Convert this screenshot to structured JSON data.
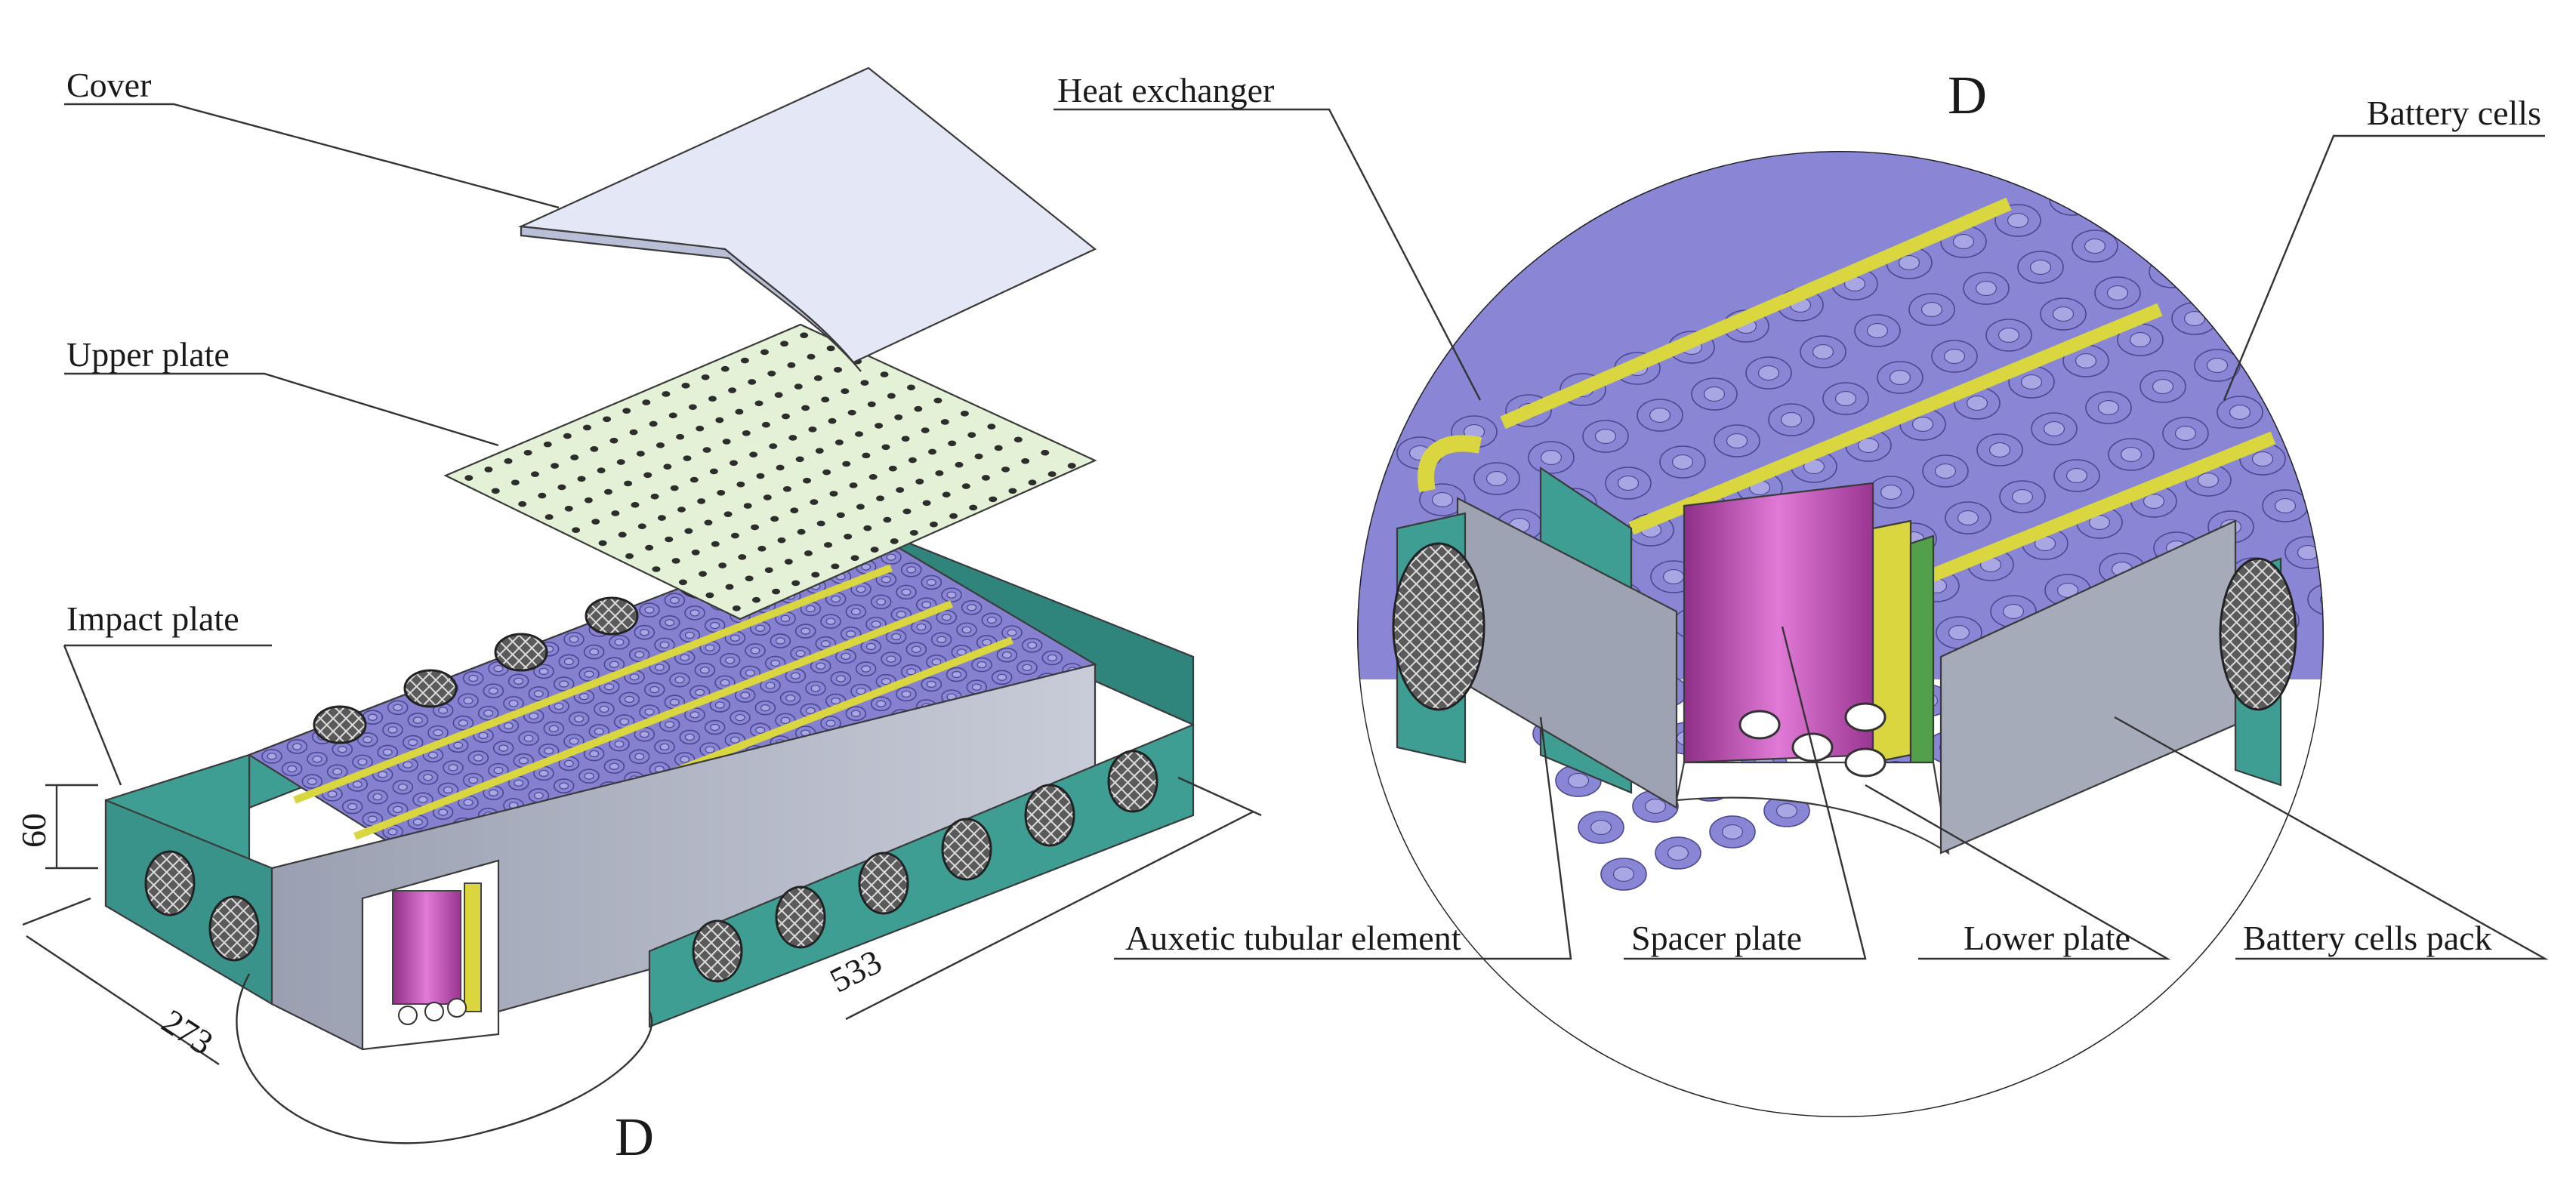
{
  "labels": {
    "cover": "Cover",
    "upper_plate": "Upper plate",
    "impact_plate": "Impact plate",
    "heat_exchanger": "Heat exchanger",
    "battery_cells": "Battery cells",
    "auxetic_tubular_element": "Auxetic tubular element",
    "spacer_plate": "Spacer plate",
    "lower_plate": "Lower plate",
    "battery_cells_pack": "Battery cells pack"
  },
  "detail_marker": "D",
  "detail_title": "D",
  "dimensions": {
    "height": "60",
    "width": "273",
    "length": "533"
  },
  "colors": {
    "impact_plate": "#3f9e94",
    "cell_top": "#8a86d6",
    "cell_ring": "#6f6bbf",
    "spacer_plate": "#c04fb4",
    "heat_exchanger": "#d9d640",
    "upper_plate": "#e3f2d6",
    "cover": "#e4e8f6",
    "lower_plate": "#b8bccb"
  }
}
